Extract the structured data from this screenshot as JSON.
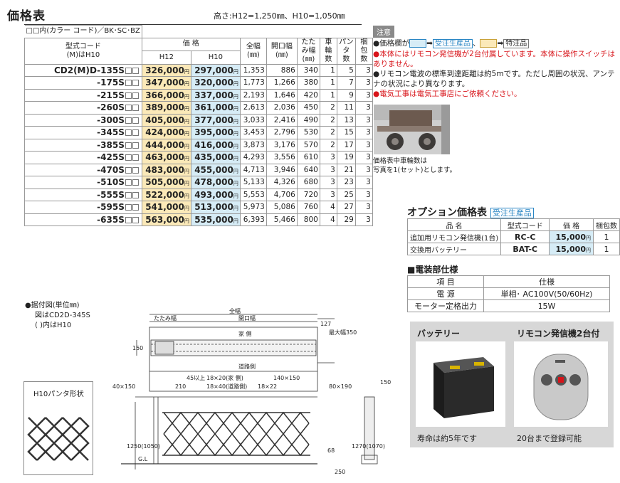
{
  "title": "価格表",
  "height_note": "高さ:H12=1,250㎜、H10=1,050㎜",
  "color_code_note": "□□内(カラー コード)／BK･SC･BZ",
  "table": {
    "header": {
      "model": "型式コード",
      "model_sub": "(M)はH10",
      "price": "価 格",
      "h12": "H12",
      "h10": "H10",
      "total_width": "全幅\n(㎜)",
      "opening": "開口幅\n(㎜)",
      "folded": "たたみ幅\n(㎜)",
      "wheels": "車輪\n数",
      "panta": "パンタ\n数",
      "packs": "梱包\n数"
    },
    "rows": [
      {
        "code": "CD2(M)D-135S",
        "h12": "326,000",
        "h10": "297,000",
        "w": "1,353",
        "o": "886",
        "f": "340",
        "wh": "1",
        "p": "5",
        "k": "3"
      },
      {
        "code": "-175S",
        "h12": "347,000",
        "h10": "320,000",
        "w": "1,773",
        "o": "1,266",
        "f": "380",
        "wh": "1",
        "p": "7",
        "k": "3"
      },
      {
        "code": "-215S",
        "h12": "366,000",
        "h10": "337,000",
        "w": "2,193",
        "o": "1,646",
        "f": "420",
        "wh": "1",
        "p": "9",
        "k": "3"
      },
      {
        "code": "-260S",
        "h12": "389,000",
        "h10": "361,000",
        "w": "2,613",
        "o": "2,036",
        "f": "450",
        "wh": "2",
        "p": "11",
        "k": "3"
      },
      {
        "code": "-300S",
        "h12": "405,000",
        "h10": "377,000",
        "w": "3,033",
        "o": "2,416",
        "f": "490",
        "wh": "2",
        "p": "13",
        "k": "3"
      },
      {
        "code": "-345S",
        "h12": "424,000",
        "h10": "395,000",
        "w": "3,453",
        "o": "2,796",
        "f": "530",
        "wh": "2",
        "p": "15",
        "k": "3"
      },
      {
        "code": "-385S",
        "h12": "444,000",
        "h10": "416,000",
        "w": "3,873",
        "o": "3,176",
        "f": "570",
        "wh": "2",
        "p": "17",
        "k": "3"
      },
      {
        "code": "-425S",
        "h12": "463,000",
        "h10": "435,000",
        "w": "4,293",
        "o": "3,556",
        "f": "610",
        "wh": "3",
        "p": "19",
        "k": "3"
      },
      {
        "code": "-470S",
        "h12": "483,000",
        "h10": "455,000",
        "w": "4,713",
        "o": "3,946",
        "f": "640",
        "wh": "3",
        "p": "21",
        "k": "3"
      },
      {
        "code": "-510S",
        "h12": "505,000",
        "h10": "478,000",
        "w": "5,133",
        "o": "4,326",
        "f": "680",
        "wh": "3",
        "p": "23",
        "k": "3"
      },
      {
        "code": "-555S",
        "h12": "522,000",
        "h10": "493,000",
        "w": "5,553",
        "o": "4,706",
        "f": "720",
        "wh": "3",
        "p": "25",
        "k": "3"
      },
      {
        "code": "-595S",
        "h12": "541,000",
        "h10": "513,000",
        "w": "5,973",
        "o": "5,086",
        "f": "760",
        "wh": "4",
        "p": "27",
        "k": "3"
      },
      {
        "code": "-635S",
        "h12": "563,000",
        "h10": "535,000",
        "w": "6,393",
        "o": "5,466",
        "f": "800",
        "wh": "4",
        "p": "29",
        "k": "3"
      }
    ],
    "yen": "円"
  },
  "notes": {
    "tag": "注意",
    "line1_a": "●価格欄が",
    "line1_b": "➡",
    "line1_c": "受注生産品",
    "line1_d": "、",
    "line1_e": "➡",
    "line1_f": "特注品",
    "line2": "●本体にはリモコン発信機が2台付属しています。本体に操作スイッチはありません。",
    "line3": "●リモコン電波の標準到達距離は約5mです。ただし周囲の状況、アンテナの状況により異なります。",
    "line4": "●電気工事は電気工事店にご依頼ください。",
    "photo_caption_1": "価格表中車輪数は",
    "photo_caption_2": "写真を1(セット)とします。"
  },
  "options": {
    "title": "オプション価格表",
    "tag": "受注生産品",
    "headers": [
      "品 名",
      "型式コード",
      "価 格",
      "梱包数"
    ],
    "rows": [
      {
        "name": "追加用リモコン発信機(1台)",
        "code": "RC-C",
        "price": "15,000",
        "k": "1"
      },
      {
        "name": "交換用バッテリー",
        "code": "BAT-C",
        "price": "15,000",
        "k": "1"
      }
    ]
  },
  "spec": {
    "title": "■電装部仕様",
    "headers": [
      "項 目",
      "仕様"
    ],
    "rows": [
      {
        "item": "電 源",
        "value": "単相･ AC100V(50/60Hz)"
      },
      {
        "item": "モーター定格出力",
        "value": "15W"
      }
    ]
  },
  "panel": {
    "battery_label": "バッテリー",
    "remote_label": "リモコン発信機2台付",
    "battery_caption": "寿命は約5年です",
    "remote_caption": "20台まで登録可能"
  },
  "drawing": {
    "note1": "●据付図(単位㎜)",
    "note2": "図はCD2D-345S",
    "note3": "( )内はH10",
    "panta_label": "H10パンタ形状",
    "zenpuku": "全幅",
    "tatami": "たたみ幅",
    "kaiko": "開口幅",
    "ie": "家 側",
    "doro": "道路側",
    "d150": "150",
    "d127": "127",
    "d350": "最大幅350",
    "d45": "45以上",
    "d18x20": "18×20(家 側)",
    "d18x40": "18×40(道路側)",
    "d18x22": "18×22",
    "d140x150": "140×150",
    "d40x150": "40×150",
    "d210": "210",
    "d80x190": "80×190",
    "d150b": "150",
    "h1250": "1250(1050)",
    "h1270": "1270(1070)",
    "d68": "68",
    "gl": "G.L",
    "d250": "250"
  }
}
